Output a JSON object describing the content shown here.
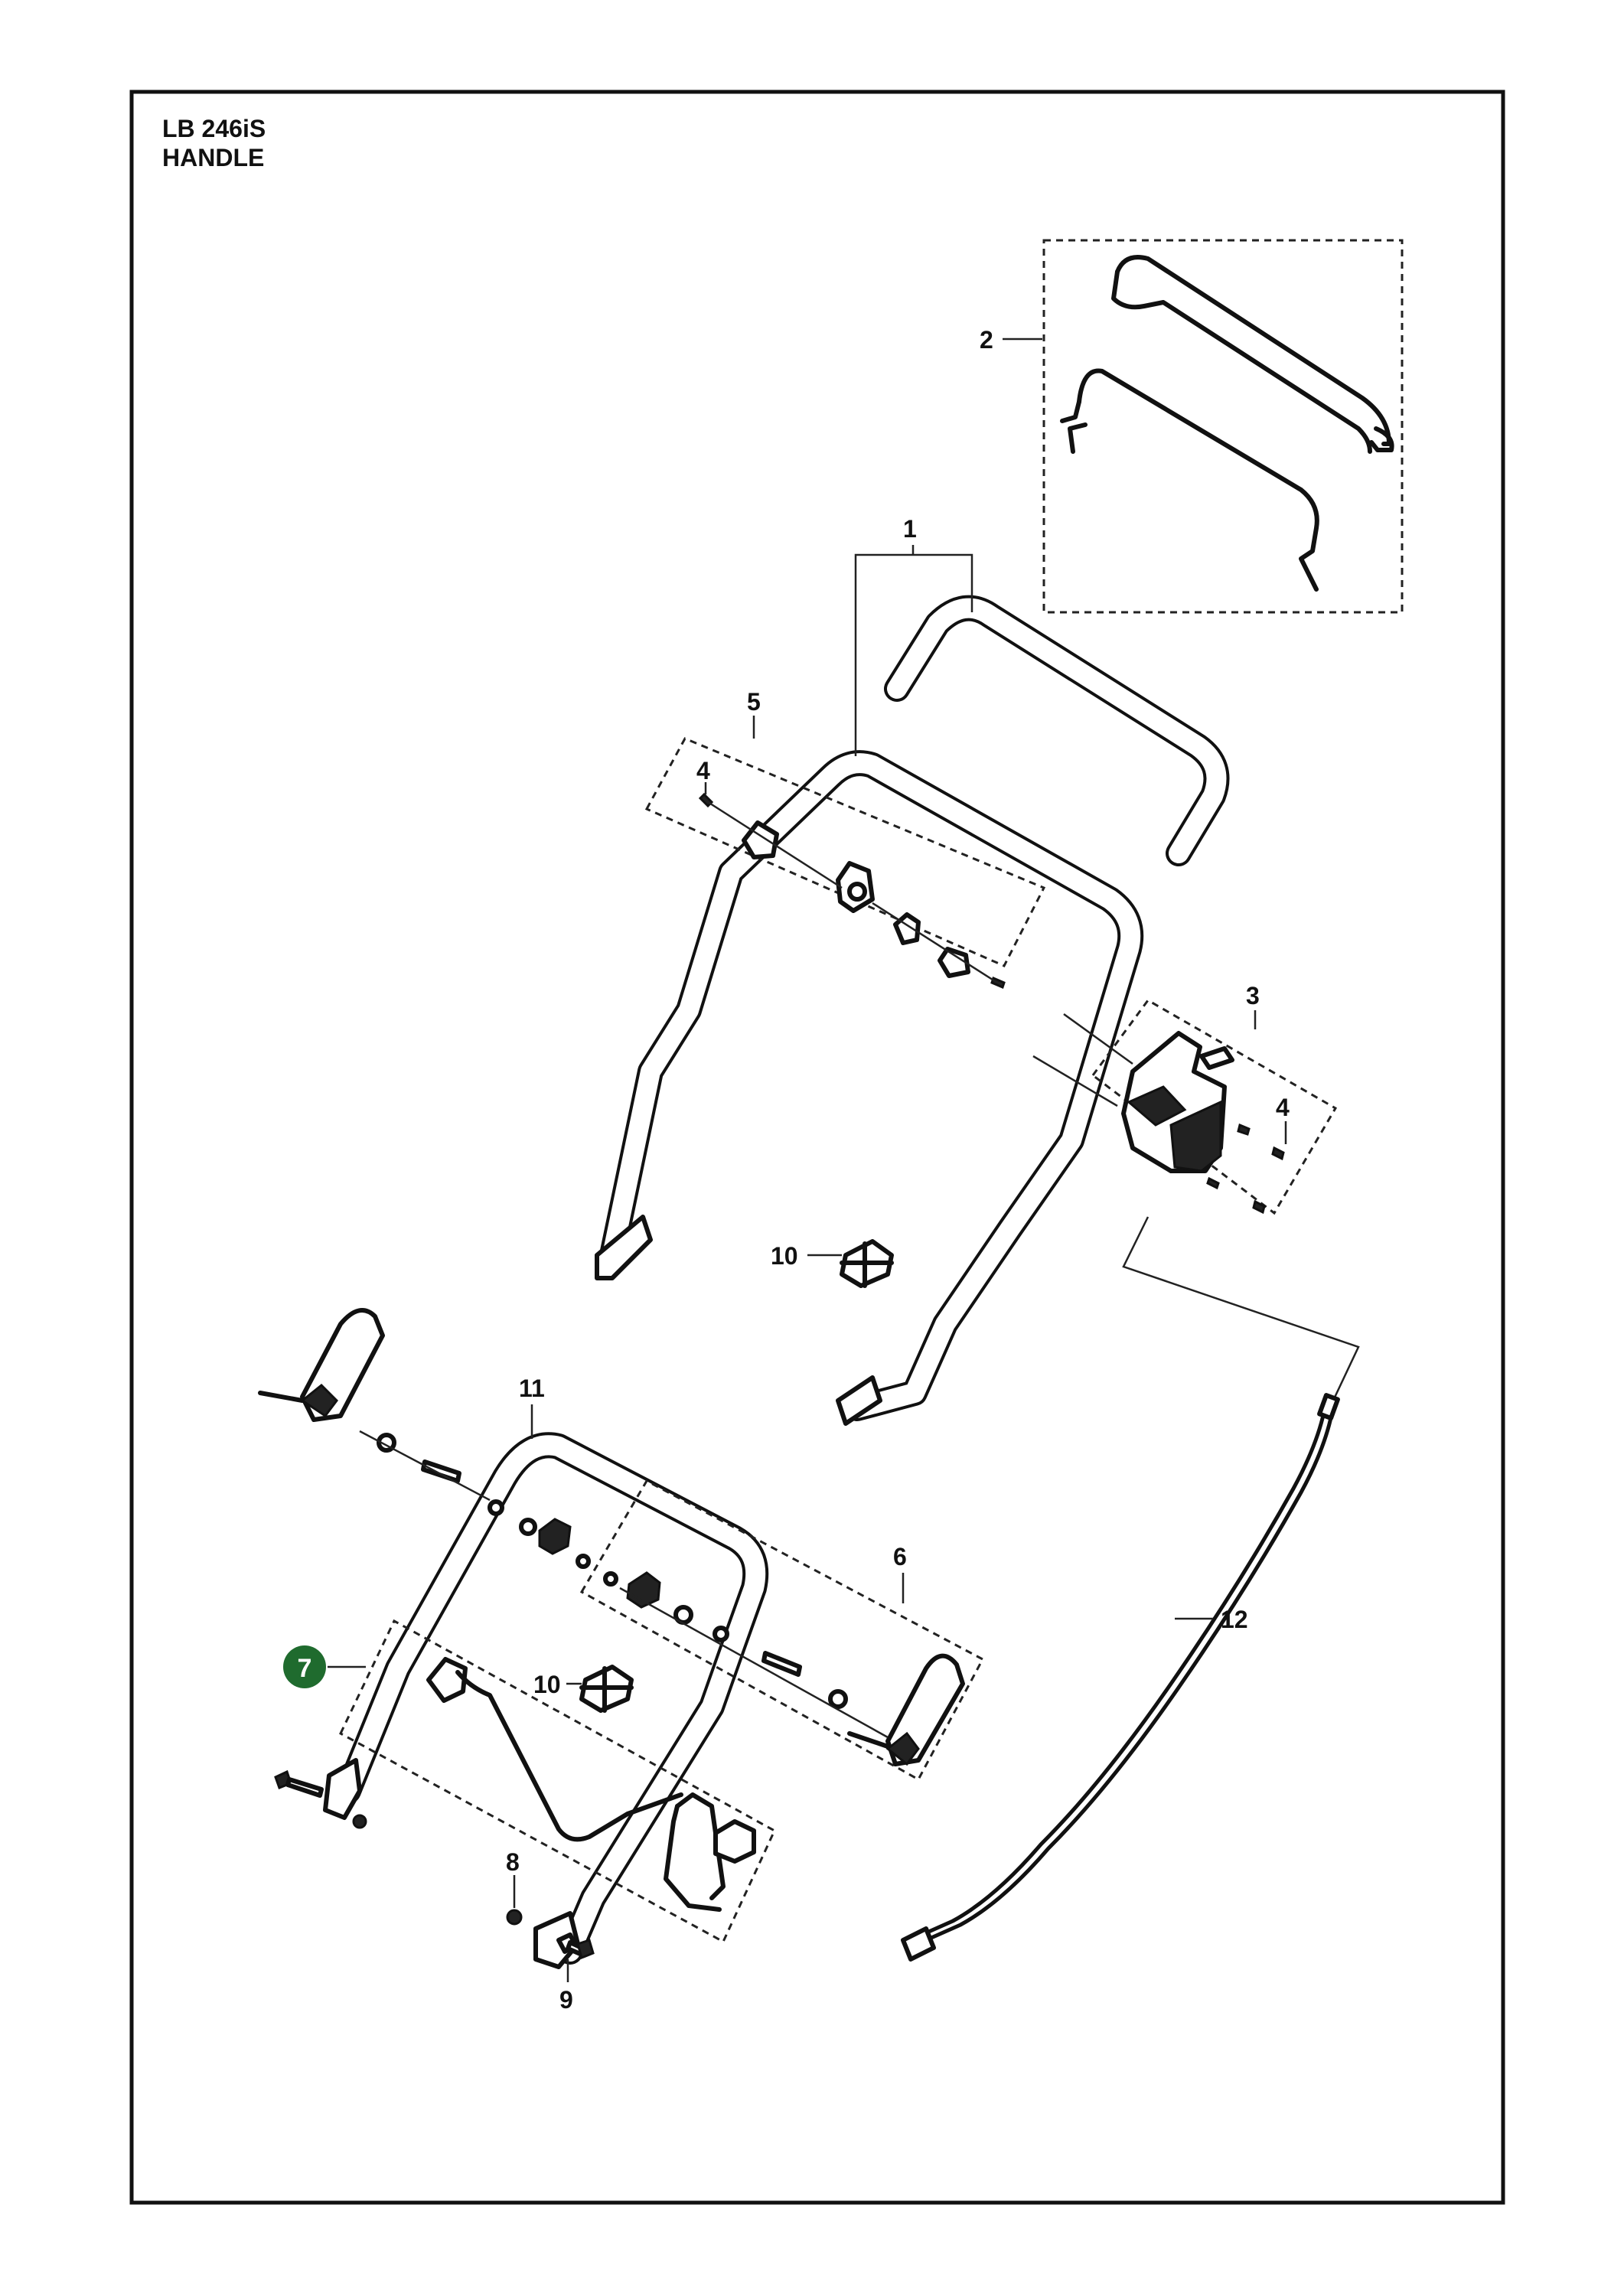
{
  "header": {
    "model": "LB 246iS",
    "section": "HANDLE"
  },
  "callouts": {
    "c1": "1",
    "c2": "2",
    "c3": "3",
    "c4a": "4",
    "c4b": "4",
    "c5": "5",
    "c6": "6",
    "c7": "7",
    "c8": "8",
    "c9": "9",
    "c10a": "10",
    "c10b": "10",
    "c11": "11",
    "c12": "12"
  },
  "colors": {
    "highlight_badge": "#1f6b2e",
    "line": "#111111",
    "background": "#ffffff"
  }
}
